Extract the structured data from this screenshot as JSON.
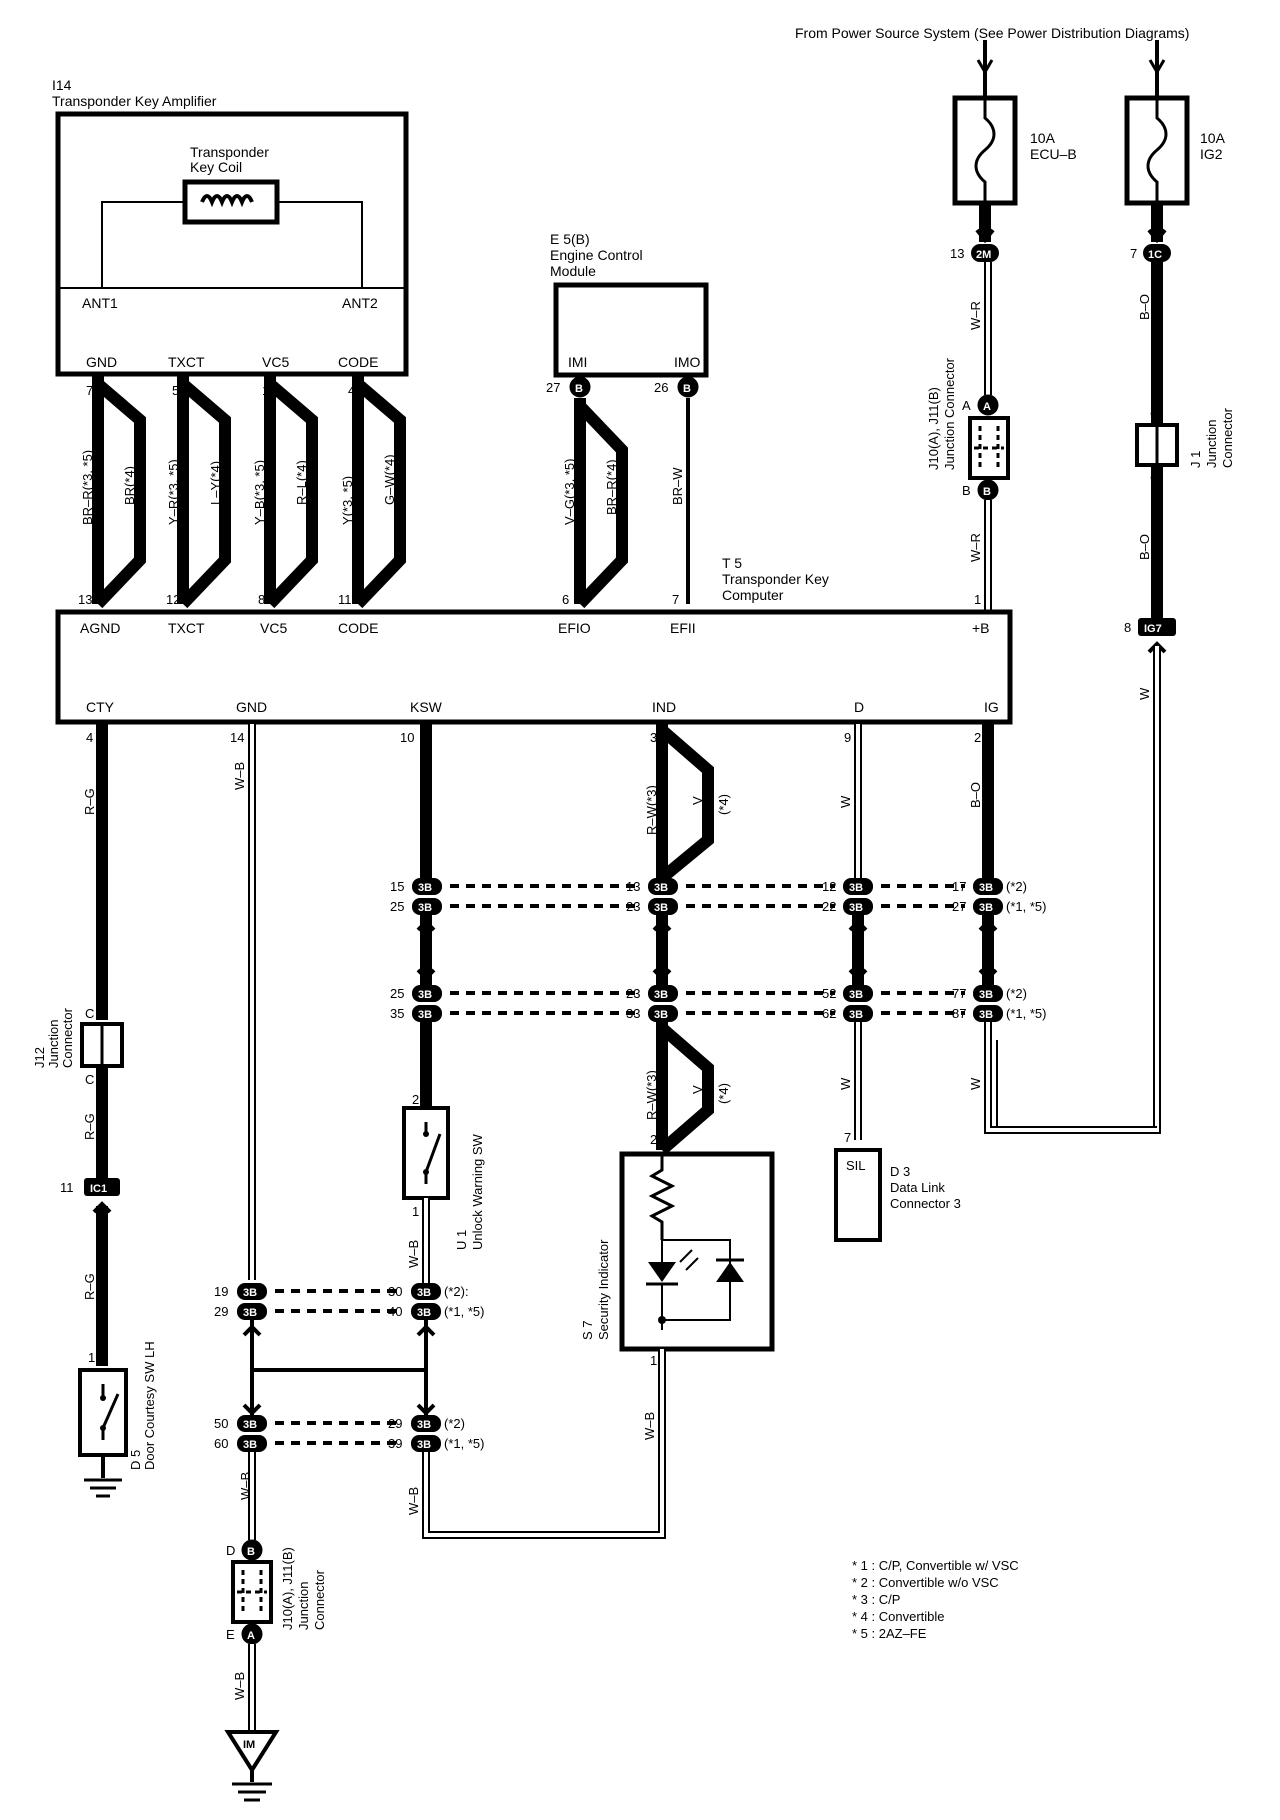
{
  "header": {
    "power_source": "From Power Source System (See Power Distribution Diagrams)"
  },
  "components": {
    "amp": {
      "id": "I14",
      "name": "Transponder Key Amplifier"
    },
    "coil": {
      "line1": "Transponder",
      "line2": "Key Coil"
    },
    "amp_terms": [
      "ANT1",
      "ANT2"
    ],
    "amp_pins": [
      "GND",
      "TXCT",
      "VC5",
      "CODE"
    ],
    "ecm": {
      "id": "E 5(B)",
      "line1": "Engine Control",
      "line2": "Module",
      "pins": [
        "IMI",
        "IMO"
      ]
    },
    "computer": {
      "id": "T 5",
      "line1": "Transponder Key",
      "line2": "Computer",
      "top_pins": [
        "AGND",
        "TXCT",
        "VC5",
        "CODE",
        "EFIO",
        "EFII",
        "+B"
      ],
      "bottom_pins": [
        "CTY",
        "GND",
        "KSW",
        "IND",
        "D",
        "IG"
      ]
    },
    "fuse_ecu": {
      "rating": "10A",
      "name": "ECU–B"
    },
    "fuse_ig2": {
      "rating": "10A",
      "name": "IG2"
    },
    "jc_top": {
      "line1": "J10(A), J11(B)",
      "line2": "Junction Connector"
    },
    "j1": {
      "line1": "J 1",
      "line2": "Junction",
      "line3": "Connector"
    },
    "j12": {
      "line1": "J12",
      "line2": "Junction",
      "line3": "Connector"
    },
    "u1": {
      "line1": "U 1",
      "line2": "Unlock Warning SW"
    },
    "s7": {
      "line1": "S 7",
      "line2": "Security Indicator"
    },
    "d3": {
      "line1": "D 3",
      "line2": "Data Link",
      "line3": "Connector 3",
      "term": "SIL"
    },
    "d5": {
      "line1": "D 5",
      "line2": "Door Courtesy SW LH"
    },
    "jc_bot": {
      "line1": "J10(A), J11(B)",
      "line2": "Junction",
      "line3": "Connector"
    },
    "ground": "IM"
  },
  "pins": {
    "amp_gnd": "7",
    "amp_txct": "5",
    "amp_vc5": "1",
    "amp_code": "4",
    "ecm_imi": "27",
    "ecm_imo": "26",
    "t5_agnd": "13",
    "t5_txct": "12",
    "t5_vc5": "8",
    "t5_code": "11",
    "t5_efio": "6",
    "t5_efii": "7",
    "t5_b": "1",
    "t5_cty": "4",
    "t5_gnd": "14",
    "t5_ksw": "10",
    "t5_ind": "3",
    "t5_d": "9",
    "t5_ig": "2",
    "p_2m": "13",
    "p_1c": "7",
    "p_ig7": "8",
    "p_ic1": "11",
    "d3_sil": "7",
    "s7_in": "2",
    "s7_out": "1",
    "u1_in": "2",
    "u1_out": "1",
    "d5_pin": "1",
    "r1": [
      "15",
      "25",
      "13",
      "23",
      "12",
      "22",
      "17",
      "27"
    ],
    "r2": [
      "25",
      "35",
      "23",
      "33",
      "52",
      "62",
      "77",
      "87"
    ],
    "r3": [
      "19",
      "29",
      "30",
      "40"
    ],
    "r4": [
      "50",
      "60",
      "29",
      "39"
    ]
  },
  "connectors": {
    "c3b": "3B",
    "c2m": "2M",
    "c1c": "1C",
    "ig7": "IG7",
    "ic1": "IC1",
    "a": "A",
    "b": "B",
    "lbl_a": "A",
    "lbl_b": "B",
    "lbl_c": "C",
    "lbl_d": "D",
    "lbl_e": "E"
  },
  "notes_tags": {
    "n2": "(*2)",
    "n15": "(*1, *5)",
    "n2b": "(*2):"
  },
  "wires": {
    "br_r_35": "BR–R(*3, *5)",
    "br_4": "BR(*4)",
    "y_r_35": "Y–R(*3, *5)",
    "l_y_4": "L–Y(*4)",
    "y_b_35": "Y–B(*3, *5)",
    "r_l_4": "R–L(*4)",
    "y_35": "Y(*3, *5)",
    "g_w_4": "G–W(*4)",
    "v_g_35": "V–G(*3, *5)",
    "br_r_4": "BR–R(*4)",
    "br_w": "BR–W",
    "w_r": "W–R",
    "b_o": "B–O",
    "w": "W",
    "r_g": "R–G",
    "w_b": "W–B",
    "r_w_3": "R–W(*3)",
    "v_4": "V",
    "v_4b": "(*4)"
  },
  "notes": [
    "* 1 : C/P,  Convertible w/ VSC",
    "* 2 : Convertible w/o VSC",
    "* 3 : C/P",
    "* 4 : Convertible",
    "* 5 : 2AZ–FE"
  ],
  "colors": {
    "line": "#000000",
    "background": "#ffffff"
  }
}
